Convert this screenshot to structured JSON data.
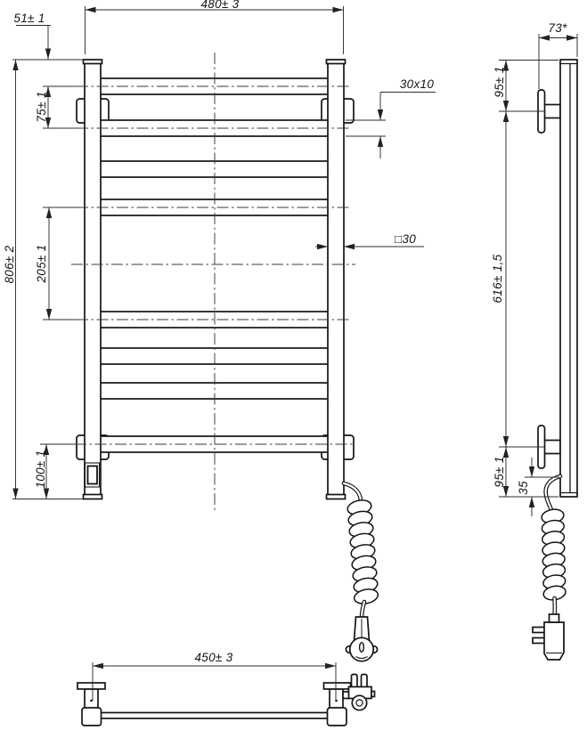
{
  "drawing": {
    "background": "#ffffff",
    "line_color": "#141414",
    "labels": {
      "width_overall": "480± 3",
      "height_overall": "806± 2",
      "top_to_first_rung_axis": "51± 1",
      "first_to_second_rung_axis": "75± 1",
      "middle_gap": "205± 1",
      "last_rung_axis_to_bottom": "100± 1",
      "rung_section": "30x10",
      "post_section": "□30",
      "bracket_spacing_horizontal": "450± 3",
      "mounting_depth": "73*",
      "top_to_bracket_axis": "95± 1",
      "bracket_axis_spacing": "616± 1,5",
      "bracket_axis_to_bottom": "95± 1",
      "cable_exit_to_bottom": "35"
    }
  }
}
